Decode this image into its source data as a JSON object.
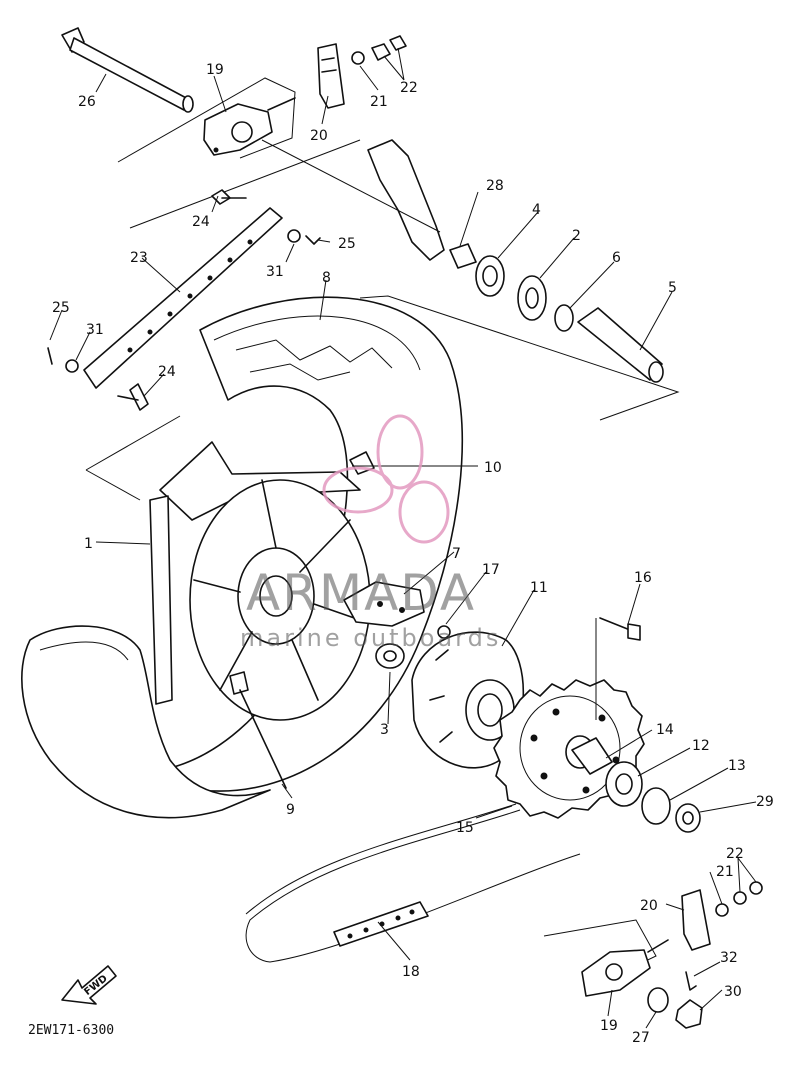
{
  "diagram_code": "2EW171-6300",
  "fwd_label": "FWD",
  "watermark": {
    "brand": "ARMADA",
    "tagline": "marine outboards",
    "accent_color": "#e39ac0"
  },
  "callouts": [
    "26",
    "19",
    "20",
    "21",
    "22",
    "28",
    "4",
    "2",
    "6",
    "5",
    "24",
    "25",
    "23",
    "31",
    "25",
    "31",
    "24",
    "8",
    "10",
    "1",
    "7",
    "17",
    "11",
    "16",
    "3",
    "14",
    "12",
    "13",
    "29",
    "9",
    "15",
    "21",
    "22",
    "20",
    "32",
    "30",
    "18",
    "19",
    "27"
  ]
}
